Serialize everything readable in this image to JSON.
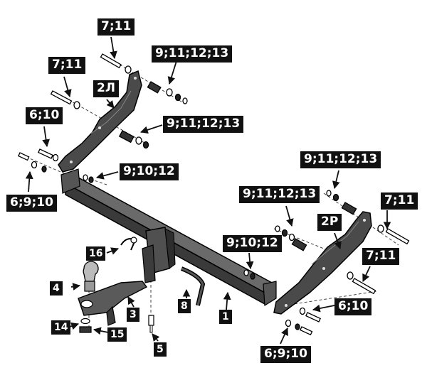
{
  "labels": {
    "top_left_bolt": "7;11",
    "top_left_spacer": "9;11;12;13",
    "left_mid_bolt": "7;11",
    "left_bracket": "2Л",
    "left_spacer_2": "9;11;12;13",
    "left_6_10": "6;10",
    "left_6_9_10": "6;9;10",
    "left_9_10_12": "9;10;12",
    "right_top_spacer": "9;11;12;13",
    "right_mid_spacer": "9;11;12;13",
    "right_top_bolt": "7;11",
    "right_bracket": "2Р",
    "right_mid_bolt": "7;11",
    "right_9_10_12": "9;10;12",
    "right_6_10": "6;10",
    "right_6_9_10": "6;9;10",
    "part_1": "1",
    "part_3": "3",
    "part_4": "4",
    "part_5": "5",
    "part_8": "8",
    "part_14": "14",
    "part_15": "15",
    "part_16": "16"
  }
}
